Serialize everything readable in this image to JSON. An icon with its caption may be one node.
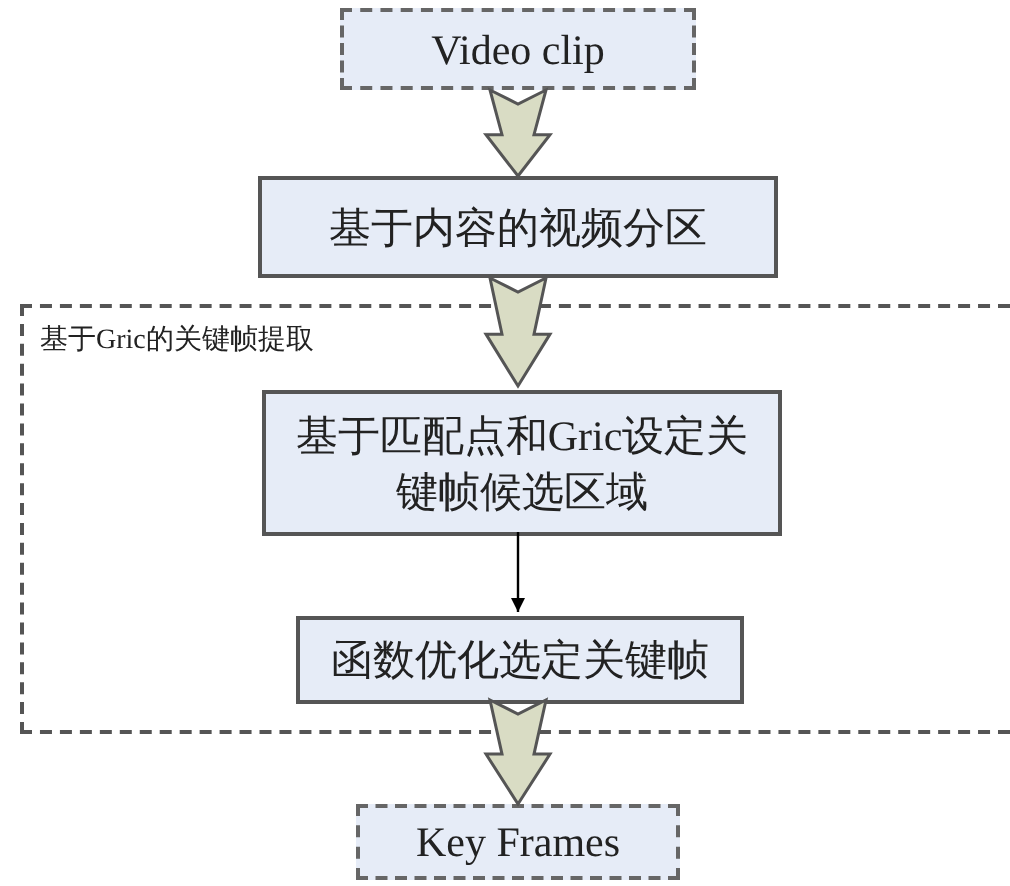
{
  "diagram": {
    "nodes": [
      {
        "text": [
          "Video clip"
        ]
      },
      {
        "text": [
          "基于内容的视频分区"
        ]
      },
      {
        "text": [
          "基于Gric的关键帧提取"
        ]
      },
      {
        "text": [
          "基于匹配点和Gric设定关键帧候选区域"
        ],
        "in": 2
      },
      {
        "text": [
          "函数优化选定关键帧"
        ],
        "in": 2
      },
      {
        "text": [
          "Key Frames"
        ]
      }
    ],
    "edges": [
      {
        "from": 0,
        "to": 1,
        "arrow": "to",
        "style": "thick"
      },
      {
        "from": 1,
        "to": 3,
        "arrow": "to",
        "style": "thick"
      },
      {
        "from": 3,
        "to": 4,
        "arrow": "to"
      },
      {
        "from": 4,
        "to": 5,
        "arrow": "to",
        "style": "thick"
      }
    ]
  }
}
